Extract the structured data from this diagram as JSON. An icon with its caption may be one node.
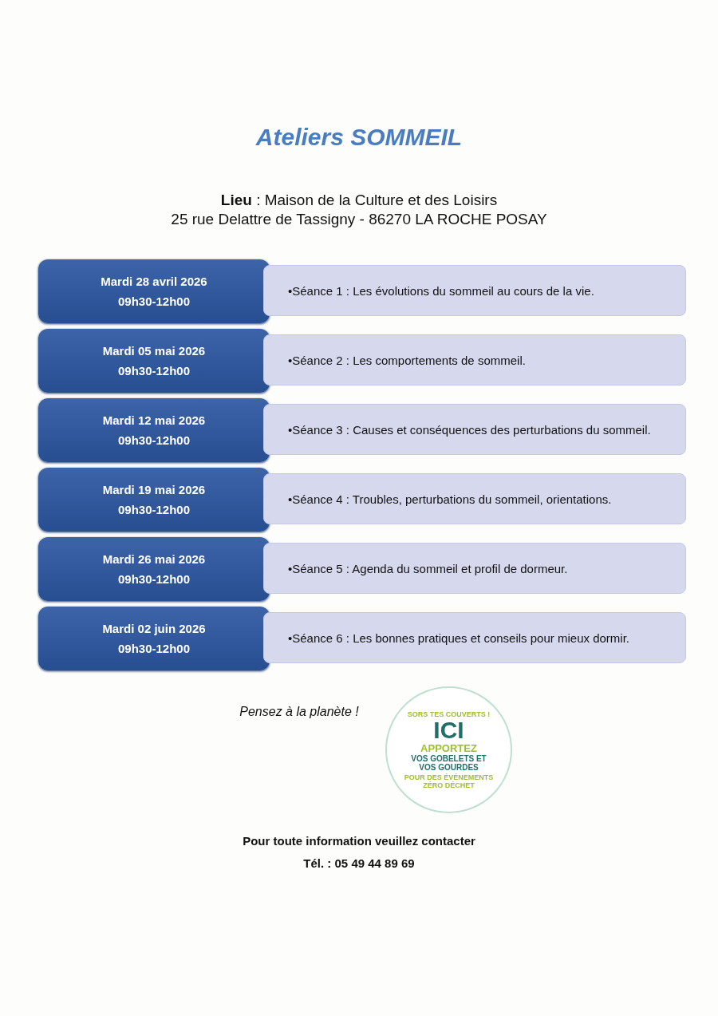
{
  "diagram": {
    "title": "Ateliers SOMMEIL",
    "nodes": [
      {
        "text": [
          "Mardi 28 avril 2026",
          "09h30-12h00"
        ]
      },
      {
        "text": [
          "•Séance 1 : Les évolutions du sommeil au cours de la vie."
        ]
      },
      {
        "text": [
          "Mardi 05 mai 2026",
          "09h30-12h00"
        ]
      },
      {
        "text": [
          "•Séance 2 : Les comportements de sommeil."
        ]
      },
      {
        "text": [
          "Mardi 12 mai 2026",
          "09h30-12h00"
        ]
      },
      {
        "text": [
          "•Séance 3 : Causes et conséquences des perturbations du sommeil."
        ]
      },
      {
        "text": [
          "Mardi 19 mai 2026",
          "09h30-12h00"
        ]
      },
      {
        "text": [
          "•Séance 4 : Troubles, perturbations du sommeil, orientations."
        ]
      },
      {
        "text": [
          "Mardi 26 mai 2026",
          "09h30-12h00"
        ]
      },
      {
        "text": [
          "•Séance 5 : Agenda du sommeil et profil de dormeur."
        ]
      },
      {
        "text": [
          "Mardi 02 juin 2026",
          "09h30-12h00"
        ]
      },
      {
        "text": [
          "•Séance 6 : Les bonnes pratiques et conseils pour mieux dormir."
        ]
      },
      {
        "text": [
          "SORS TES COUVERTS !",
          "ICI",
          "APPORTEZ",
          "VOS GOBELETS ET VOS GOURDES",
          "POUR DES ÉVÉNEMENTS ZÉRO DÉCHET"
        ]
      }
    ],
    "labels": [
      "**Lieu** : Maison de la Culture et des Loisirs",
      "25 rue Delattre de Tassigny - 86270 LA ROCHE POSAY",
      "Pensez à la planète !",
      "Pour toute information veuillez contacter",
      "Tél. : 05 49 44 89 69"
    ]
  }
}
